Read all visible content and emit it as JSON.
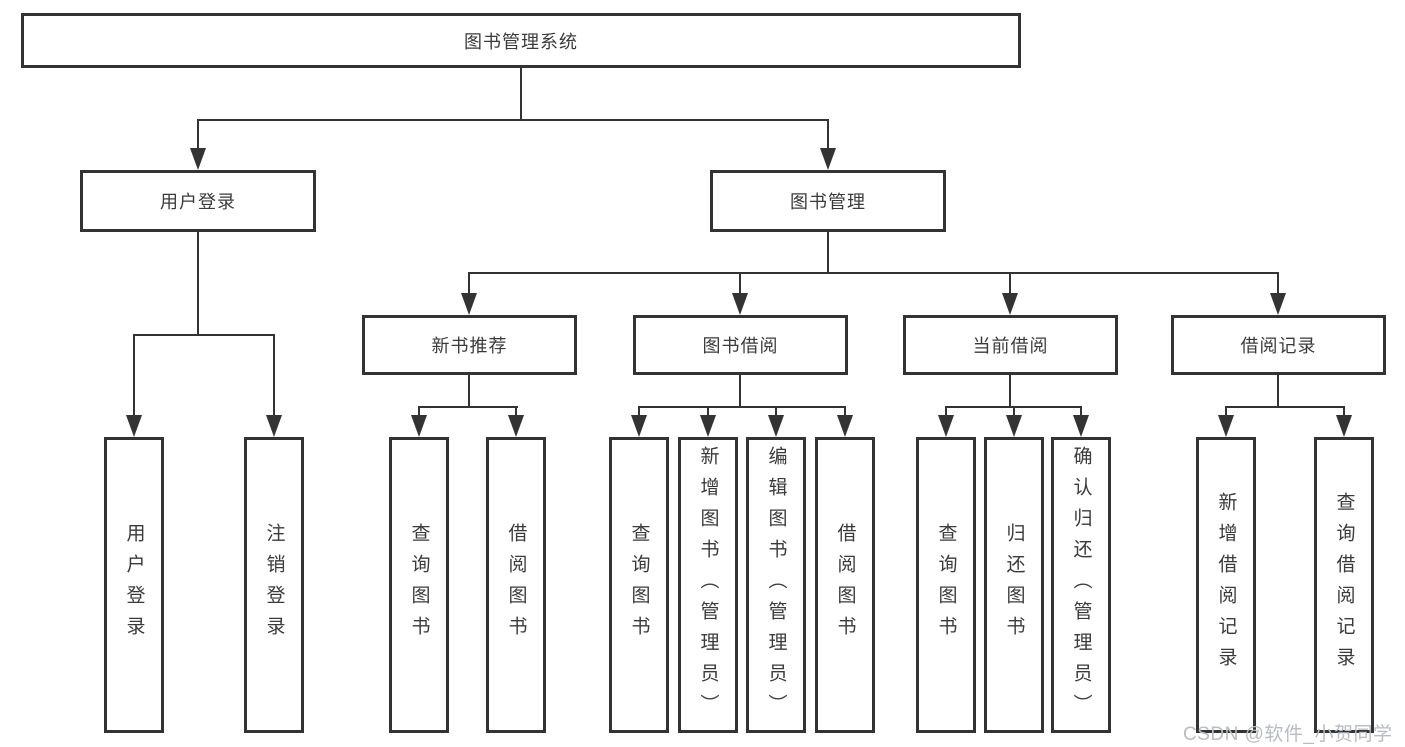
{
  "diagram": {
    "root": {
      "label": "图书管理系统"
    },
    "level2": [
      {
        "label": "用户登录"
      },
      {
        "label": "图书管理"
      }
    ],
    "level3": [
      {
        "label": "新书推荐"
      },
      {
        "label": "图书借阅"
      },
      {
        "label": "当前借阅"
      },
      {
        "label": "借阅记录"
      }
    ],
    "leaves": [
      {
        "label": "用户登录",
        "parent": "用户登录"
      },
      {
        "label": "注销登录",
        "parent": "用户登录"
      },
      {
        "label": "查询图书",
        "parent": "新书推荐"
      },
      {
        "label": "借阅图书",
        "parent": "新书推荐"
      },
      {
        "label": "查询图书",
        "parent": "图书借阅"
      },
      {
        "label": "新增图书（管理员）",
        "parent": "图书借阅"
      },
      {
        "label": "编辑图书（管理员）",
        "parent": "图书借阅"
      },
      {
        "label": "借阅图书",
        "parent": "图书借阅"
      },
      {
        "label": "查询图书",
        "parent": "当前借阅"
      },
      {
        "label": "归还图书",
        "parent": "当前借阅"
      },
      {
        "label": "确认归还（管理员）",
        "parent": "当前借阅"
      },
      {
        "label": "新增借阅记录",
        "parent": "借阅记录"
      },
      {
        "label": "查询借阅记录",
        "parent": "借阅记录"
      }
    ]
  },
  "watermark": {
    "text": "CSDN @软件_小贺同学"
  },
  "colors": {
    "line": "#333333",
    "text": "#3a3a3a",
    "watermark": "#b9bcc2",
    "background": "#ffffff"
  }
}
